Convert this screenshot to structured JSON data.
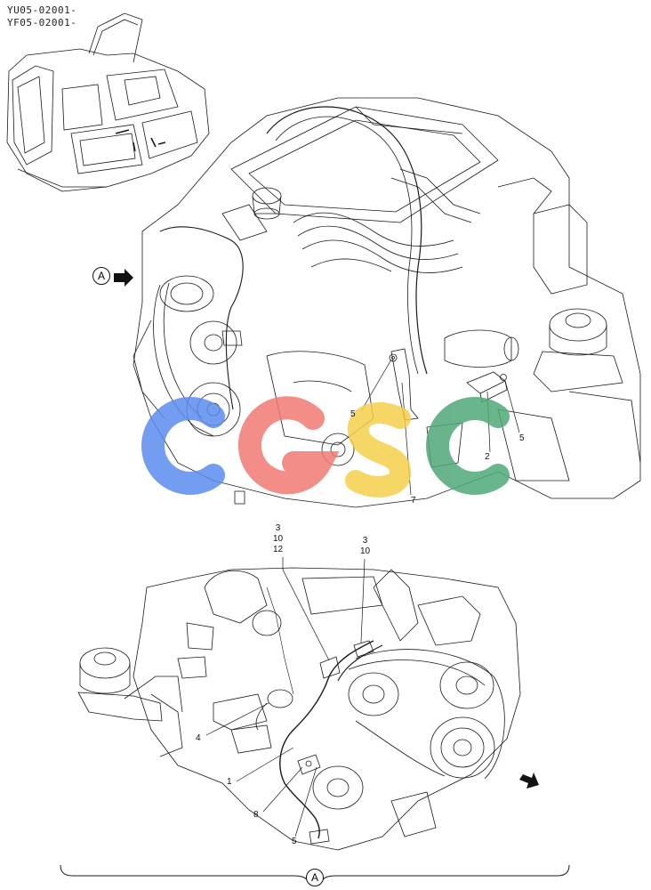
{
  "serials": [
    "YU05-02001-",
    "YF05-02001-"
  ],
  "view_ref": "A",
  "upper_callouts": {
    "c5a": "5",
    "c7": "7",
    "c2": "2",
    "c5b": "5"
  },
  "lower_callouts": {
    "group1": "3\n10\n12",
    "group2": "3\n10",
    "c4": "4",
    "c1": "1",
    "c8": "8",
    "c5": "5"
  },
  "watermark": {
    "text": "CGSC",
    "colors": [
      "#5b8def",
      "#f07b73",
      "#f5cf4a",
      "#4fa878"
    ]
  },
  "line_color": "#1a1a1a"
}
